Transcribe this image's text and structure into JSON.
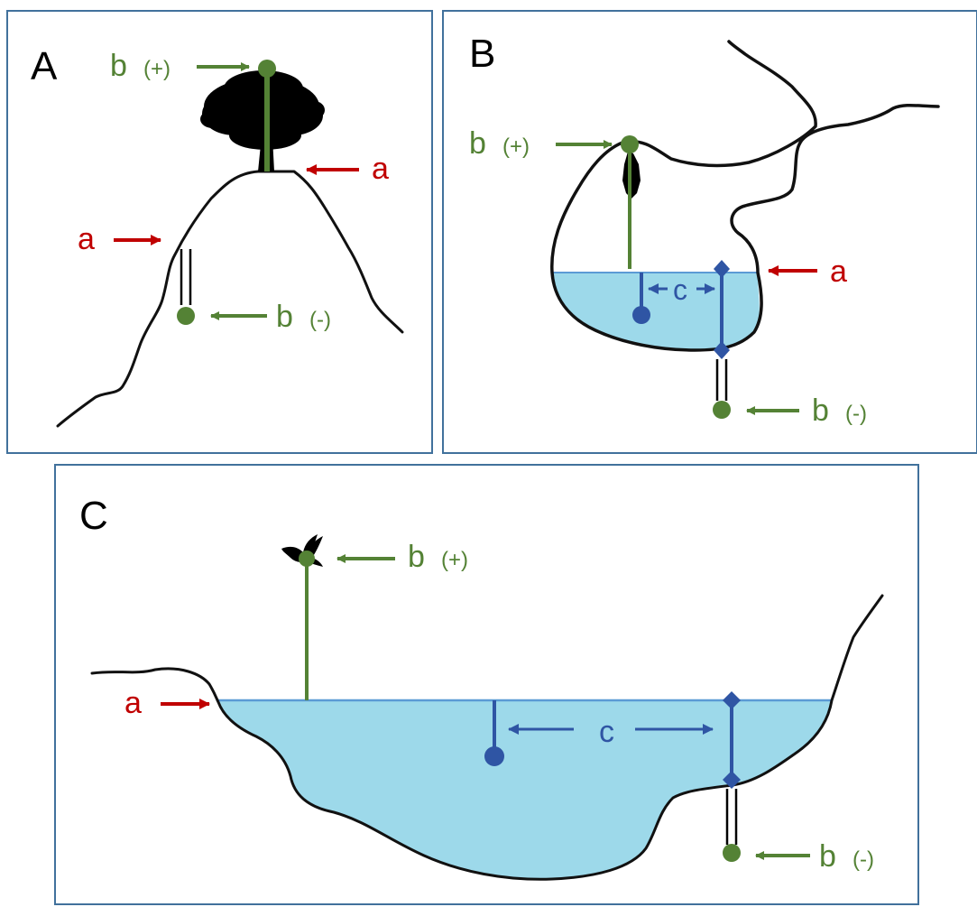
{
  "panels": {
    "A": {
      "letter": "A",
      "labels": {
        "b_plus": "b",
        "b_plus_sign": "(+)",
        "b_minus": "b",
        "b_minus_sign": "(-)",
        "a_right": "a",
        "a_left": "a"
      }
    },
    "B": {
      "letter": "B",
      "labels": {
        "b_plus": "b",
        "b_plus_sign": "(+)",
        "b_minus": "b",
        "b_minus_sign": "(-)",
        "a": "a",
        "c": "c"
      }
    },
    "C": {
      "letter": "C",
      "labels": {
        "b_plus": "b",
        "b_plus_sign": "(+)",
        "b_minus": "b",
        "b_minus_sign": "(-)",
        "a": "a",
        "c": "c"
      }
    }
  },
  "colors": {
    "green": "#548235",
    "red": "#c00000",
    "blue": "#2f55a4",
    "water": "#9dd9ea",
    "frame": "#41719c",
    "terrain": "#111111"
  },
  "icons": {
    "A": "tree-icon",
    "B": "bat-icon",
    "C": "bird-icon"
  }
}
